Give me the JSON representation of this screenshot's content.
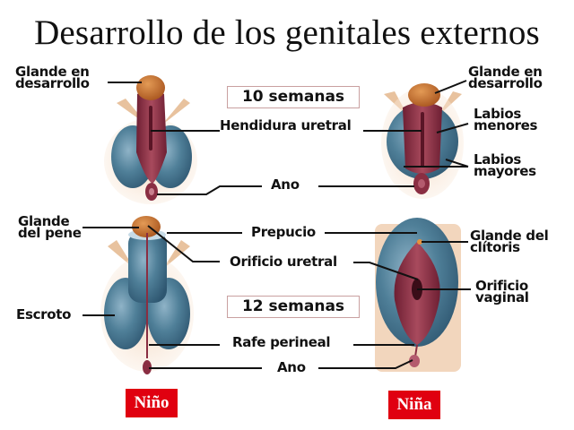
{
  "title": "Desarrollo de los genitales externos",
  "stages": [
    {
      "label": "10 semanas"
    },
    {
      "label": "12 semanas"
    }
  ],
  "labels_10w": {
    "glande_left_1": "Glande en",
    "glande_left_2": "desarrollo",
    "hendidura": "Hendidura uretral",
    "ano": "Ano",
    "glande_right_1": "Glande en",
    "glande_right_2": "desarrollo",
    "labios_menores_1": "Labios",
    "labios_menores_2": "menores",
    "labios_mayores_1": "Labios",
    "labios_mayores_2": "mayores"
  },
  "labels_12w": {
    "glande_pene_1": "Glande",
    "glande_pene_2": "del pene",
    "prepucio": "Prepucio",
    "orificio_uretral": "Orificio uretral",
    "escroto": "Escroto",
    "rafe": "Rafe perineal",
    "ano": "Ano",
    "glande_clitoris_1": "Glande del",
    "glande_clitoris_2": "clítoris",
    "orificio_vaginal_1": "Orificio",
    "orificio_vaginal_2": "vaginal"
  },
  "sex_tags": {
    "male": "Niño",
    "female": "Niña"
  },
  "colors": {
    "tag_red": "#e00010",
    "tissue_blue": "#4f7f98",
    "tissue_maroon": "#8a2e42",
    "glans_orange": "#c8702e",
    "skin": "#e9c7a8"
  }
}
